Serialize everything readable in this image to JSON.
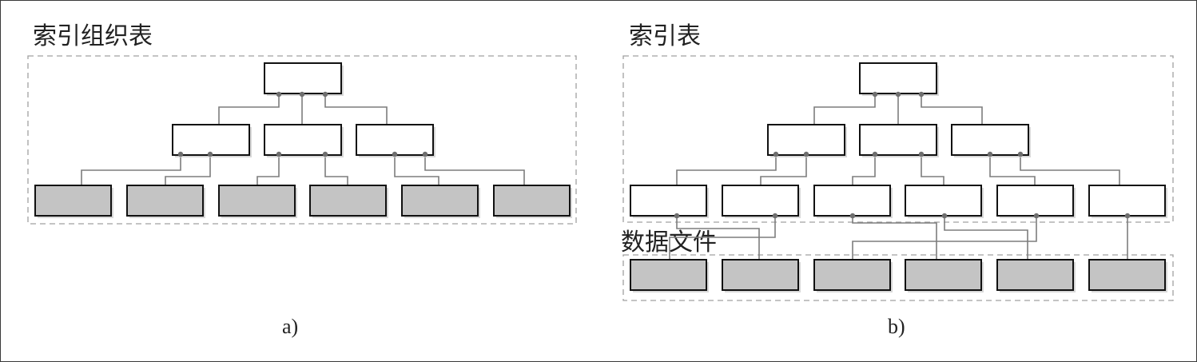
{
  "diagram_a": {
    "title": "索引组织表",
    "caption": "a)",
    "levels": [
      "root",
      "internal",
      "leaf-data"
    ]
  },
  "diagram_b": {
    "title": "索引表",
    "data_file_label": "数据文件",
    "caption": "b)",
    "levels": [
      "root",
      "internal",
      "leaf-index",
      "data-file"
    ]
  },
  "colors": {
    "border": "#3a3a3a",
    "dashed": "#a0a0a0",
    "node_fill_white": "#ffffff",
    "node_fill_gray": "#c4c4c4",
    "link": "#7d7d7d"
  }
}
